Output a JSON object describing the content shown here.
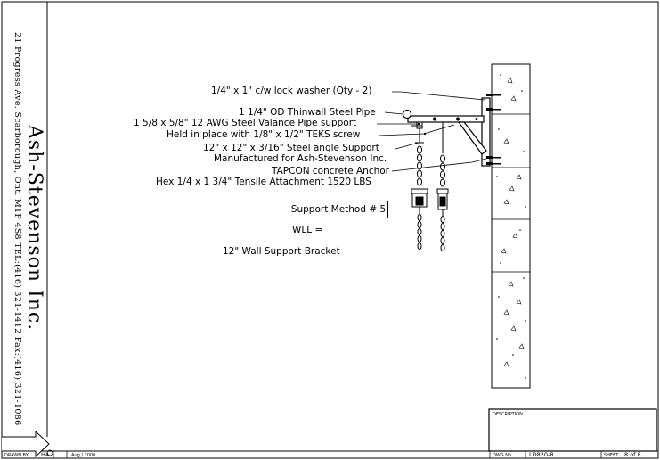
{
  "sidebar": {
    "company": "Ash-Stevenson Inc.",
    "address": "21 Progress Ave. Scarborough, Ont. M1P 4S8 TEL:(416) 321-1412 Fax:(416) 321-1086"
  },
  "callouts": {
    "lock_washer": "1/4\" x 1\" c/w lock washer (Qty - 2)",
    "pipe": "1 1/4\" OD Thinwall Steel Pipe",
    "valance_support": "1 5/8 x 5/8\" 12 AWG Steel Valance Pipe support",
    "teks_screw": "Held in place with 1/8\" x 1/2\" TEKS screw",
    "angle_support": "12\" x 12\" x 3/16\" Steel angle Support",
    "manufacturer": "Manufactured for Ash-Stevenson Inc.",
    "anchor": "TAPCON concrete Anchor",
    "tensile": "Hex 1/4 x 1 3/4\" Tensile Attachment 1520 LBS"
  },
  "method_label": "Support Method # 5",
  "wll_label": "WLL =",
  "bracket_label": "12\" Wall Support Bracket",
  "title_block": {
    "description_label": "DESCRIPTION",
    "drawn_by_label": "DRAWN BY",
    "drawn_by_value": "HA",
    "date_value": "Aug / 2000",
    "dwg_label": "DWG No.",
    "dwg_value": "LD820-8",
    "sheet_label": "SHEET",
    "sheet_value": "8 of 8"
  }
}
